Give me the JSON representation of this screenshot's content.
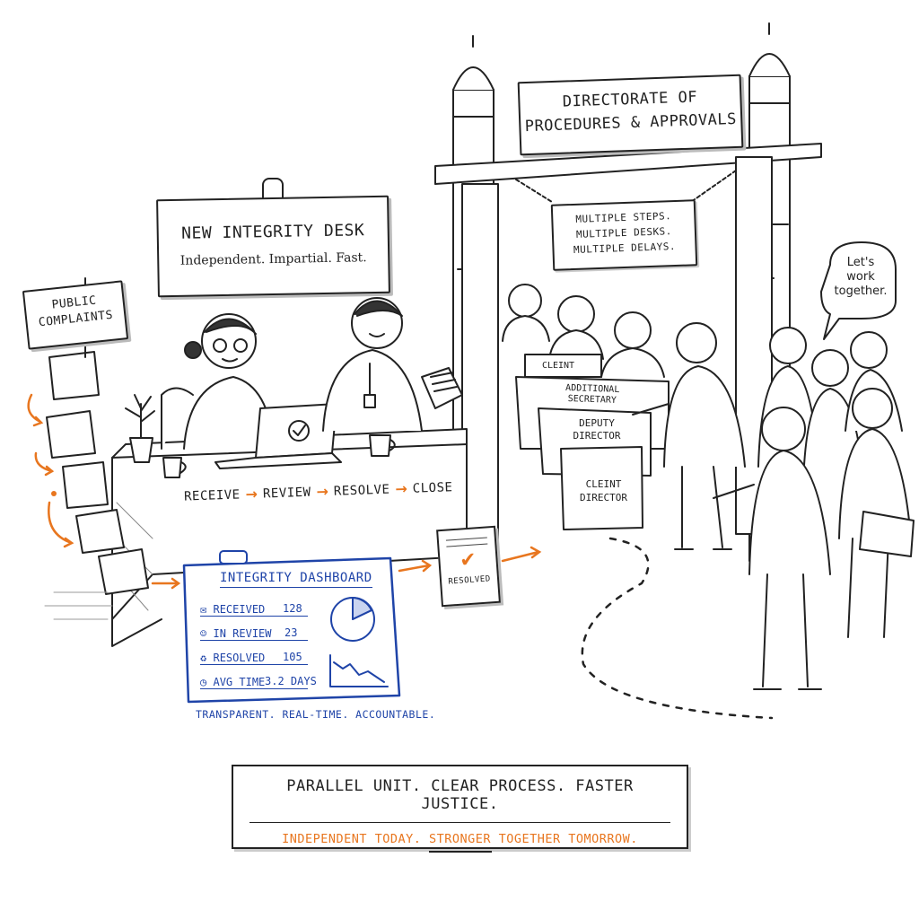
{
  "gate": {
    "title_line1": "DIRECTORATE OF",
    "title_line2": "PROCEDURES & APPROVALS",
    "hanging_sign": [
      "MULTIPLE STEPS.",
      "MULTIPLE DESKS.",
      "MULTIPLE DELAYS."
    ]
  },
  "desk_sign": {
    "title": "NEW INTEGRITY DESK",
    "subtitle": "Independent. Impartial. Fast."
  },
  "complaints_sign": {
    "line1": "PUBLIC",
    "line2": "COMPLAINTS"
  },
  "process": {
    "steps": [
      "RECEIVE",
      "REVIEW",
      "RESOLVE",
      "CLOSE"
    ],
    "arrow": "→"
  },
  "dashboard": {
    "title": "INTEGRITY DASHBOARD",
    "rows": [
      {
        "label": "RECEIVED",
        "value": "128",
        "icon": "inbox-icon"
      },
      {
        "label": "IN REVIEW",
        "value": "23",
        "icon": "person-icon"
      },
      {
        "label": "RESOLVED",
        "value": "105",
        "icon": "check-cycle-icon"
      },
      {
        "label": "AVG TIME",
        "value": "3.2 DAYS",
        "icon": "clock-icon"
      }
    ],
    "caption": "TRANSPARENT. REAL-TIME. ACCOUNTABLE."
  },
  "resolved_doc": {
    "label": "RESOLVED"
  },
  "stack_labels": {
    "clerk": "CLEINT",
    "additional": [
      "ADDITIONAL",
      "SECRETARY"
    ],
    "deputy": [
      "DEPUTY",
      "DIRECTOR"
    ],
    "director": [
      "CLEINT",
      "DIRECTOR"
    ]
  },
  "speech_bubble": [
    "Let's",
    "work",
    "together."
  ],
  "footer": {
    "line1": "PARALLEL UNIT. CLEAR PROCESS. FASTER JUSTICE.",
    "line2": "INDEPENDENT TODAY. STRONGER TOGETHER TOMORROW."
  },
  "colors": {
    "ink": "#222222",
    "accent_orange": "#e8761f",
    "dashboard_blue": "#1f44a8"
  }
}
